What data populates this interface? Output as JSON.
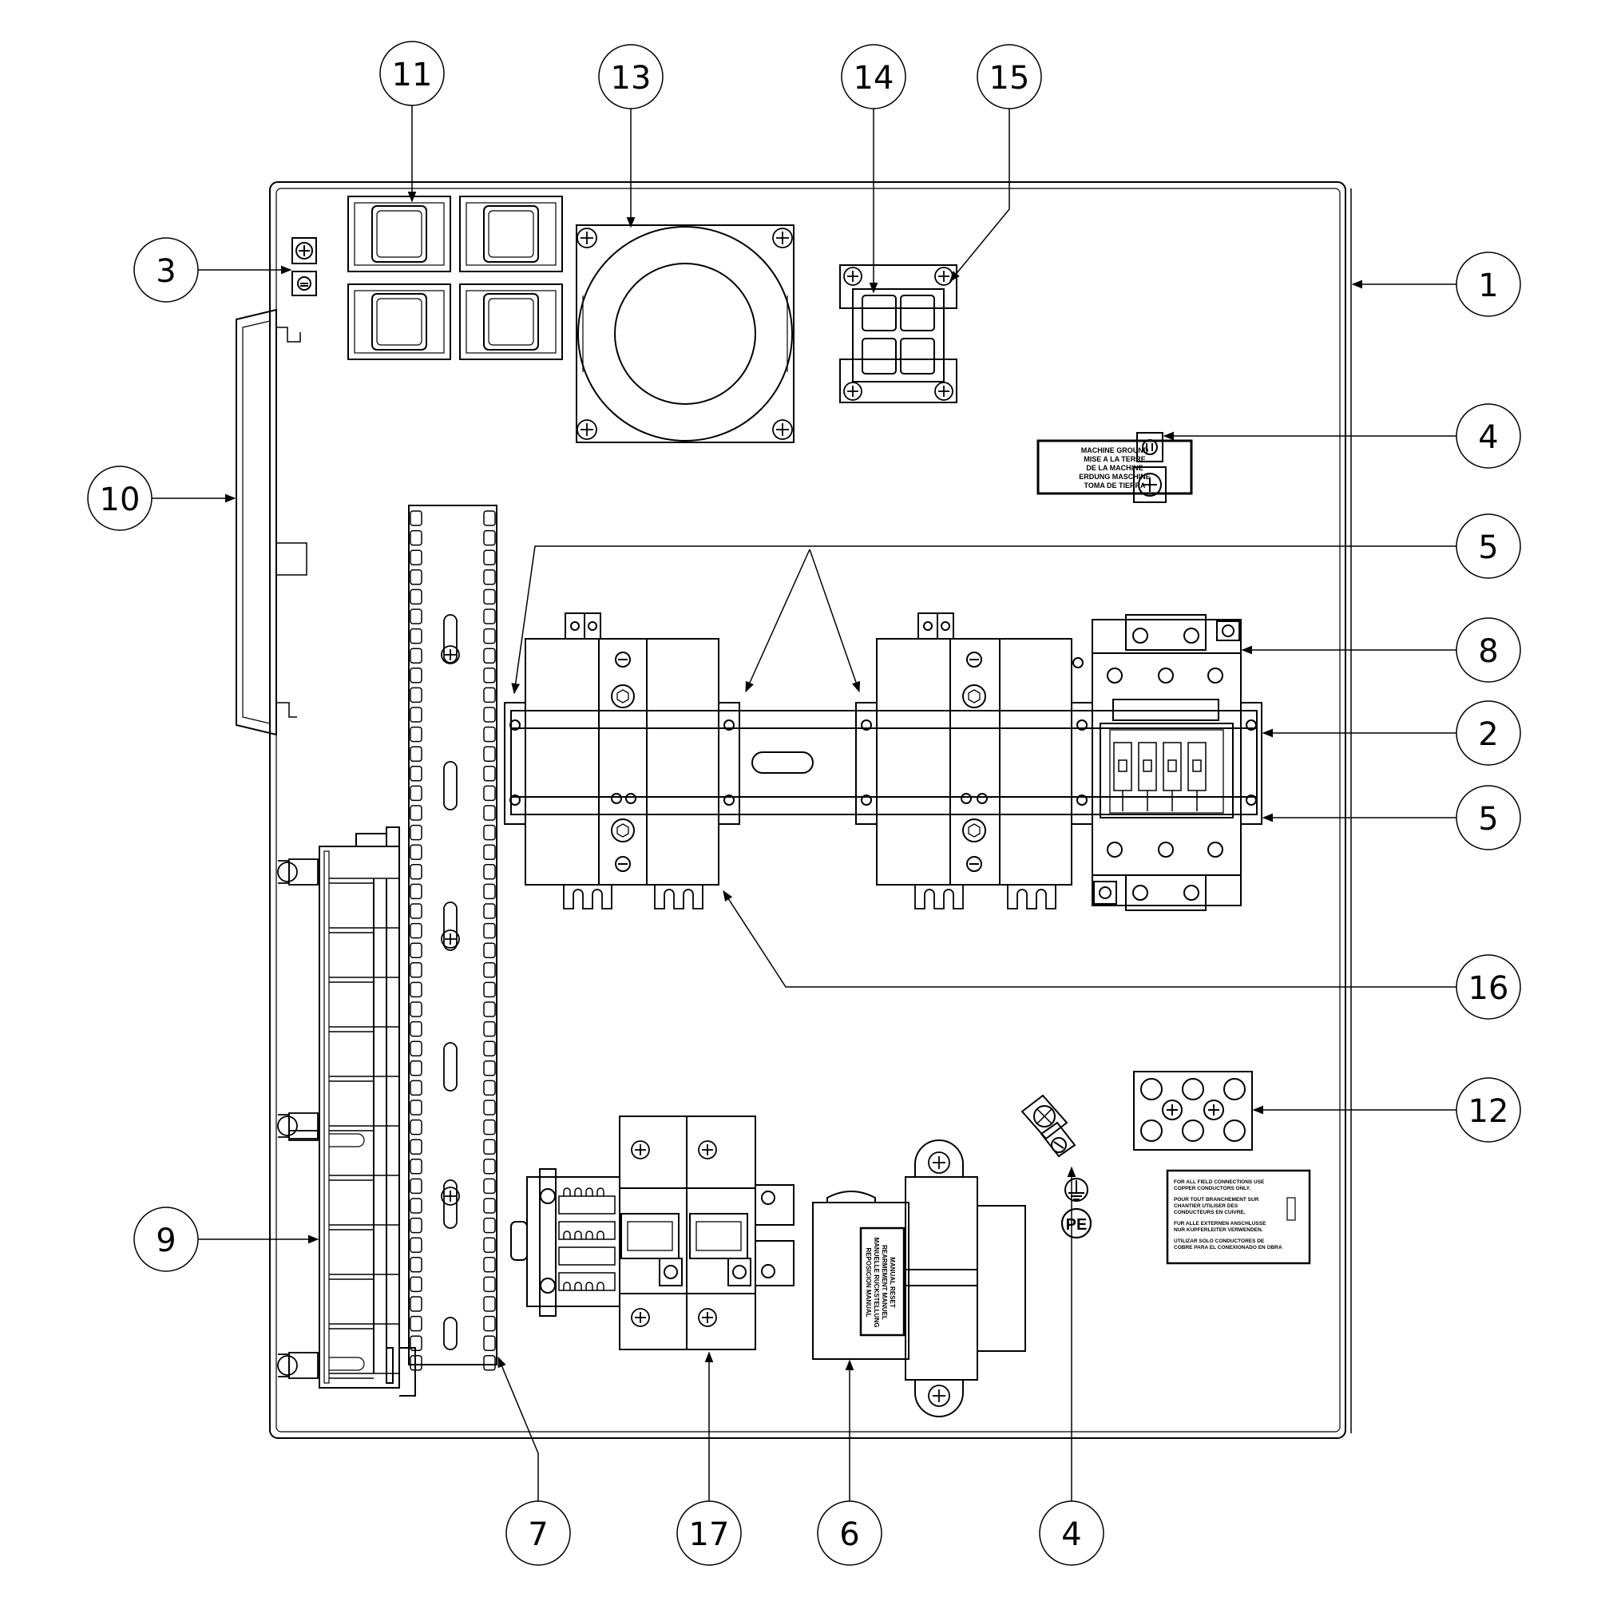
{
  "callouts": [
    "1",
    "2",
    "3",
    "4",
    "5",
    "6",
    "7",
    "8",
    "9",
    "10",
    "11",
    "12",
    "13",
    "14",
    "15",
    "16",
    "17"
  ],
  "labels": {
    "ground_tag": [
      "MACHINE GROUND",
      "MISE A LA TERRE",
      "DE LA MACHINE",
      "ERDUNG MASCHINE",
      "TOMA DE TIERRA"
    ],
    "pe": "PE",
    "field_note": [
      "FOR ALL FIELD CONNECTIONS USE",
      "COPPER CONDUCTORS ONLY.",
      "POUR TOUT BRANCHEMENT SUR",
      "CHANTIER UTILISER DES",
      "CONDUCTEURS EN CUIVRE.",
      "FUR ALLE EXTERNEN ANSCHLUSSE",
      "NUR KUPFERLEITER VERWENDEN.",
      "UTILIZAR SOLO CONDUCTORES DE",
      "COBRE PARA EL CONEXIONADO EN OBRA"
    ],
    "reset_tag": [
      "MANUAL RESET",
      "REARMEMENT MANUEL",
      "MANUELLE RUCKSTELLUNG",
      "REPOSICION MANUAL"
    ]
  }
}
